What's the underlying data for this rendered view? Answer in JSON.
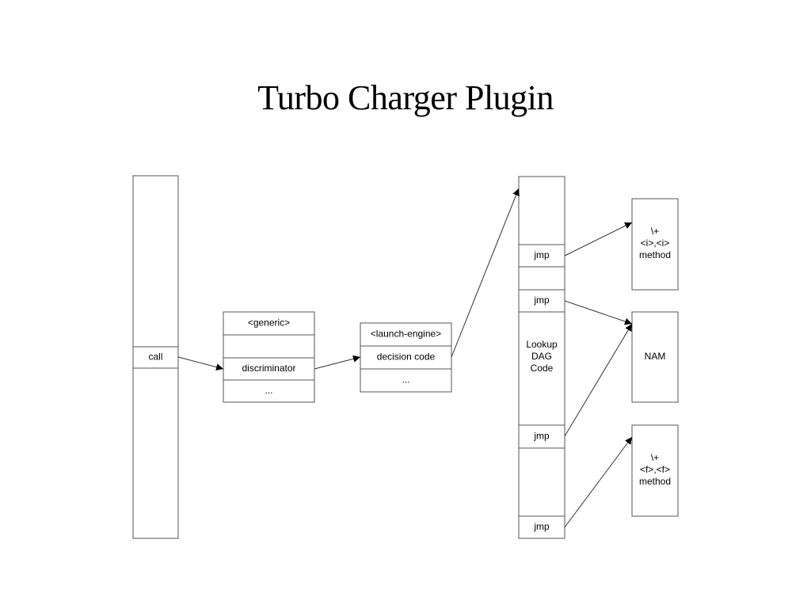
{
  "title": "Turbo Charger Plugin",
  "stack": {
    "call": "call"
  },
  "generic": {
    "header": "<generic>",
    "discriminator": "discriminator",
    "ellipsis": "..."
  },
  "launch_engine": {
    "header": "<launch-engine>",
    "decision": "decision code",
    "ellipsis": "..."
  },
  "lookup": {
    "jmp1": "jmp",
    "jmp2": "jmp",
    "label": [
      "Lookup",
      "DAG",
      "Code"
    ],
    "jmp3": "jmp",
    "jmp4": "jmp"
  },
  "targets": {
    "int_method": [
      "\\+",
      "<i>,<i>",
      "method"
    ],
    "nam": "NAM",
    "float_method": [
      "\\+",
      "<f>,<f>",
      "method"
    ]
  }
}
